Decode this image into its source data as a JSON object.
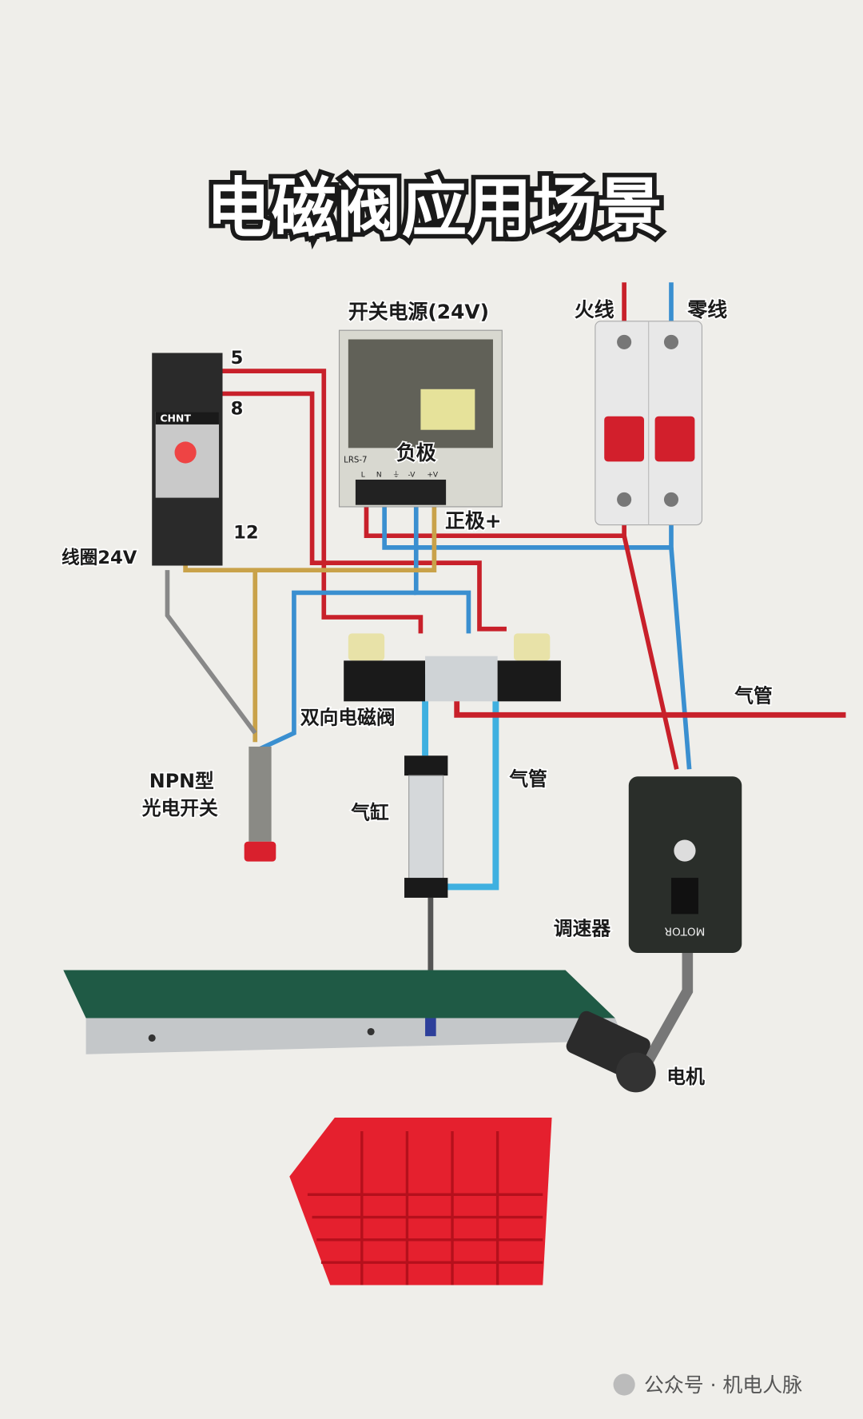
{
  "title": "电磁阀应用场景",
  "labels": {
    "power_supply": "开关电源(24V)",
    "live_wire": "火线",
    "neutral_wire": "零线",
    "relay_pin_5": "5",
    "relay_pin_8": "8",
    "relay_pin_12": "12",
    "coil": "线圈24V",
    "negative": "负极",
    "positive": "正极+",
    "solenoid_valve": "双向电磁阀",
    "air_pipe_right": "气管",
    "air_pipe_middle": "气管",
    "sensor_line1": "NPN型",
    "sensor_line2": "光电开关",
    "cylinder": "气缸",
    "speed_controller": "调速器",
    "motor": "电机"
  },
  "device_text": {
    "relay_brand": "CHNT",
    "psu_terminals": [
      "L",
      "N",
      "⏚",
      "-V",
      "+V"
    ],
    "psu_model": "LRS-7",
    "controller_brand": "MOTOR"
  },
  "watermark": "公众号 · 机电人脉",
  "colors": {
    "live": "#c8202a",
    "neutral": "#3a8fd0",
    "ground": "#c9a24a",
    "gray": "#888888",
    "air": "#3fb0e0",
    "basket": "#e5202e",
    "belt": "#1f5a45"
  }
}
